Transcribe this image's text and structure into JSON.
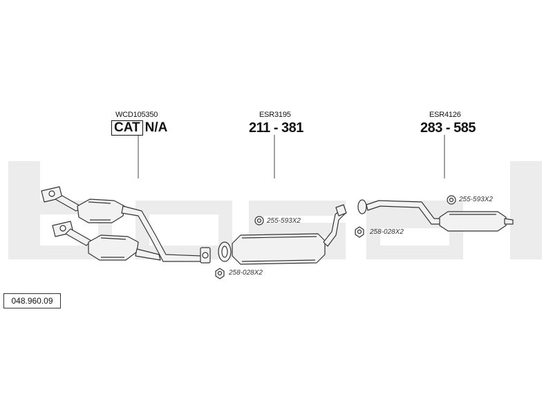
{
  "diagram_number": "048.960.09",
  "watermark": "bosal",
  "catalytic_converter": {
    "code": "WCD105350",
    "cat_label": "CAT",
    "range": "N/A"
  },
  "center_silencer": {
    "code": "ESR3195",
    "range": "211 - 381"
  },
  "rear_silencer": {
    "code": "ESR4126",
    "range": "283 - 585"
  },
  "parts": {
    "rubber_mount_middle": "255-593X2",
    "nut_lower": "258-028X2",
    "nut_middle": "258-028X2",
    "rubber_mount_rear": "255-593X2"
  }
}
